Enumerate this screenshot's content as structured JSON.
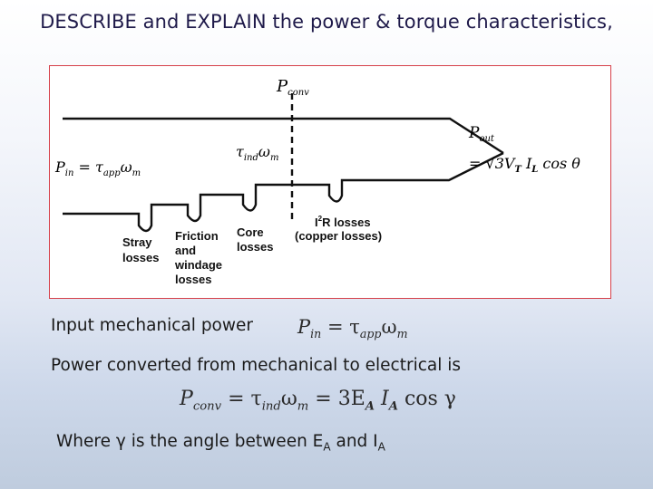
{
  "slide": {
    "title": "DESCRIBE and EXPLAIN the power & torque characteristics,"
  },
  "diagram": {
    "p_conv_label": "P",
    "p_conv_sub": "conv",
    "p_out_label": "P",
    "p_out_sub": "out",
    "p_out_eq": "= √3V",
    "p_out_vt_sub": "T",
    "p_out_il": " I",
    "p_out_il_sub": "L",
    "p_out_tail": " cos θ",
    "p_in_label": "P",
    "p_in_sub": "in",
    "p_in_eq": " = τ",
    "p_in_tau_sub": "app",
    "p_in_omega": "ω",
    "p_in_omega_sub": "m",
    "tau_ind_label": "τ",
    "tau_ind_sub": "ind",
    "tau_ind_omega": "ω",
    "tau_ind_omega_sub": "m",
    "losses": {
      "stray_line1": "Stray",
      "stray_line2": "losses",
      "friction_line1": "Friction",
      "friction_line2": "and",
      "friction_line3": "windage",
      "friction_line4": "losses",
      "core_line1": "Core",
      "core_line2": "losses",
      "i2r_i": "I",
      "i2r_sup": "2",
      "i2r_rest": "R losses",
      "copper": "(copper losses)"
    }
  },
  "text": {
    "input_power_label": "Input mechanical power",
    "conv_power_label": "Power converted from mechanical to electrical is",
    "where_prefix": "Where γ is the angle between E",
    "where_ea_sub": "A",
    "where_mid": " and I",
    "where_ia_sub": "A"
  },
  "equations": {
    "pin": {
      "p": "P",
      "p_sub": "in",
      "eq": " = τ",
      "tau_sub": "app",
      "omega": "ω",
      "omega_sub": "m"
    },
    "pconv": {
      "p": "P",
      "p_sub": "conv",
      "eq": " = τ",
      "tau_sub": "ind",
      "omega": "ω",
      "omega_sub": "m",
      "eq2": " = 3E",
      "e_sub": "A",
      "i": " I",
      "i_sub": "A",
      "tail": " cos γ"
    }
  }
}
